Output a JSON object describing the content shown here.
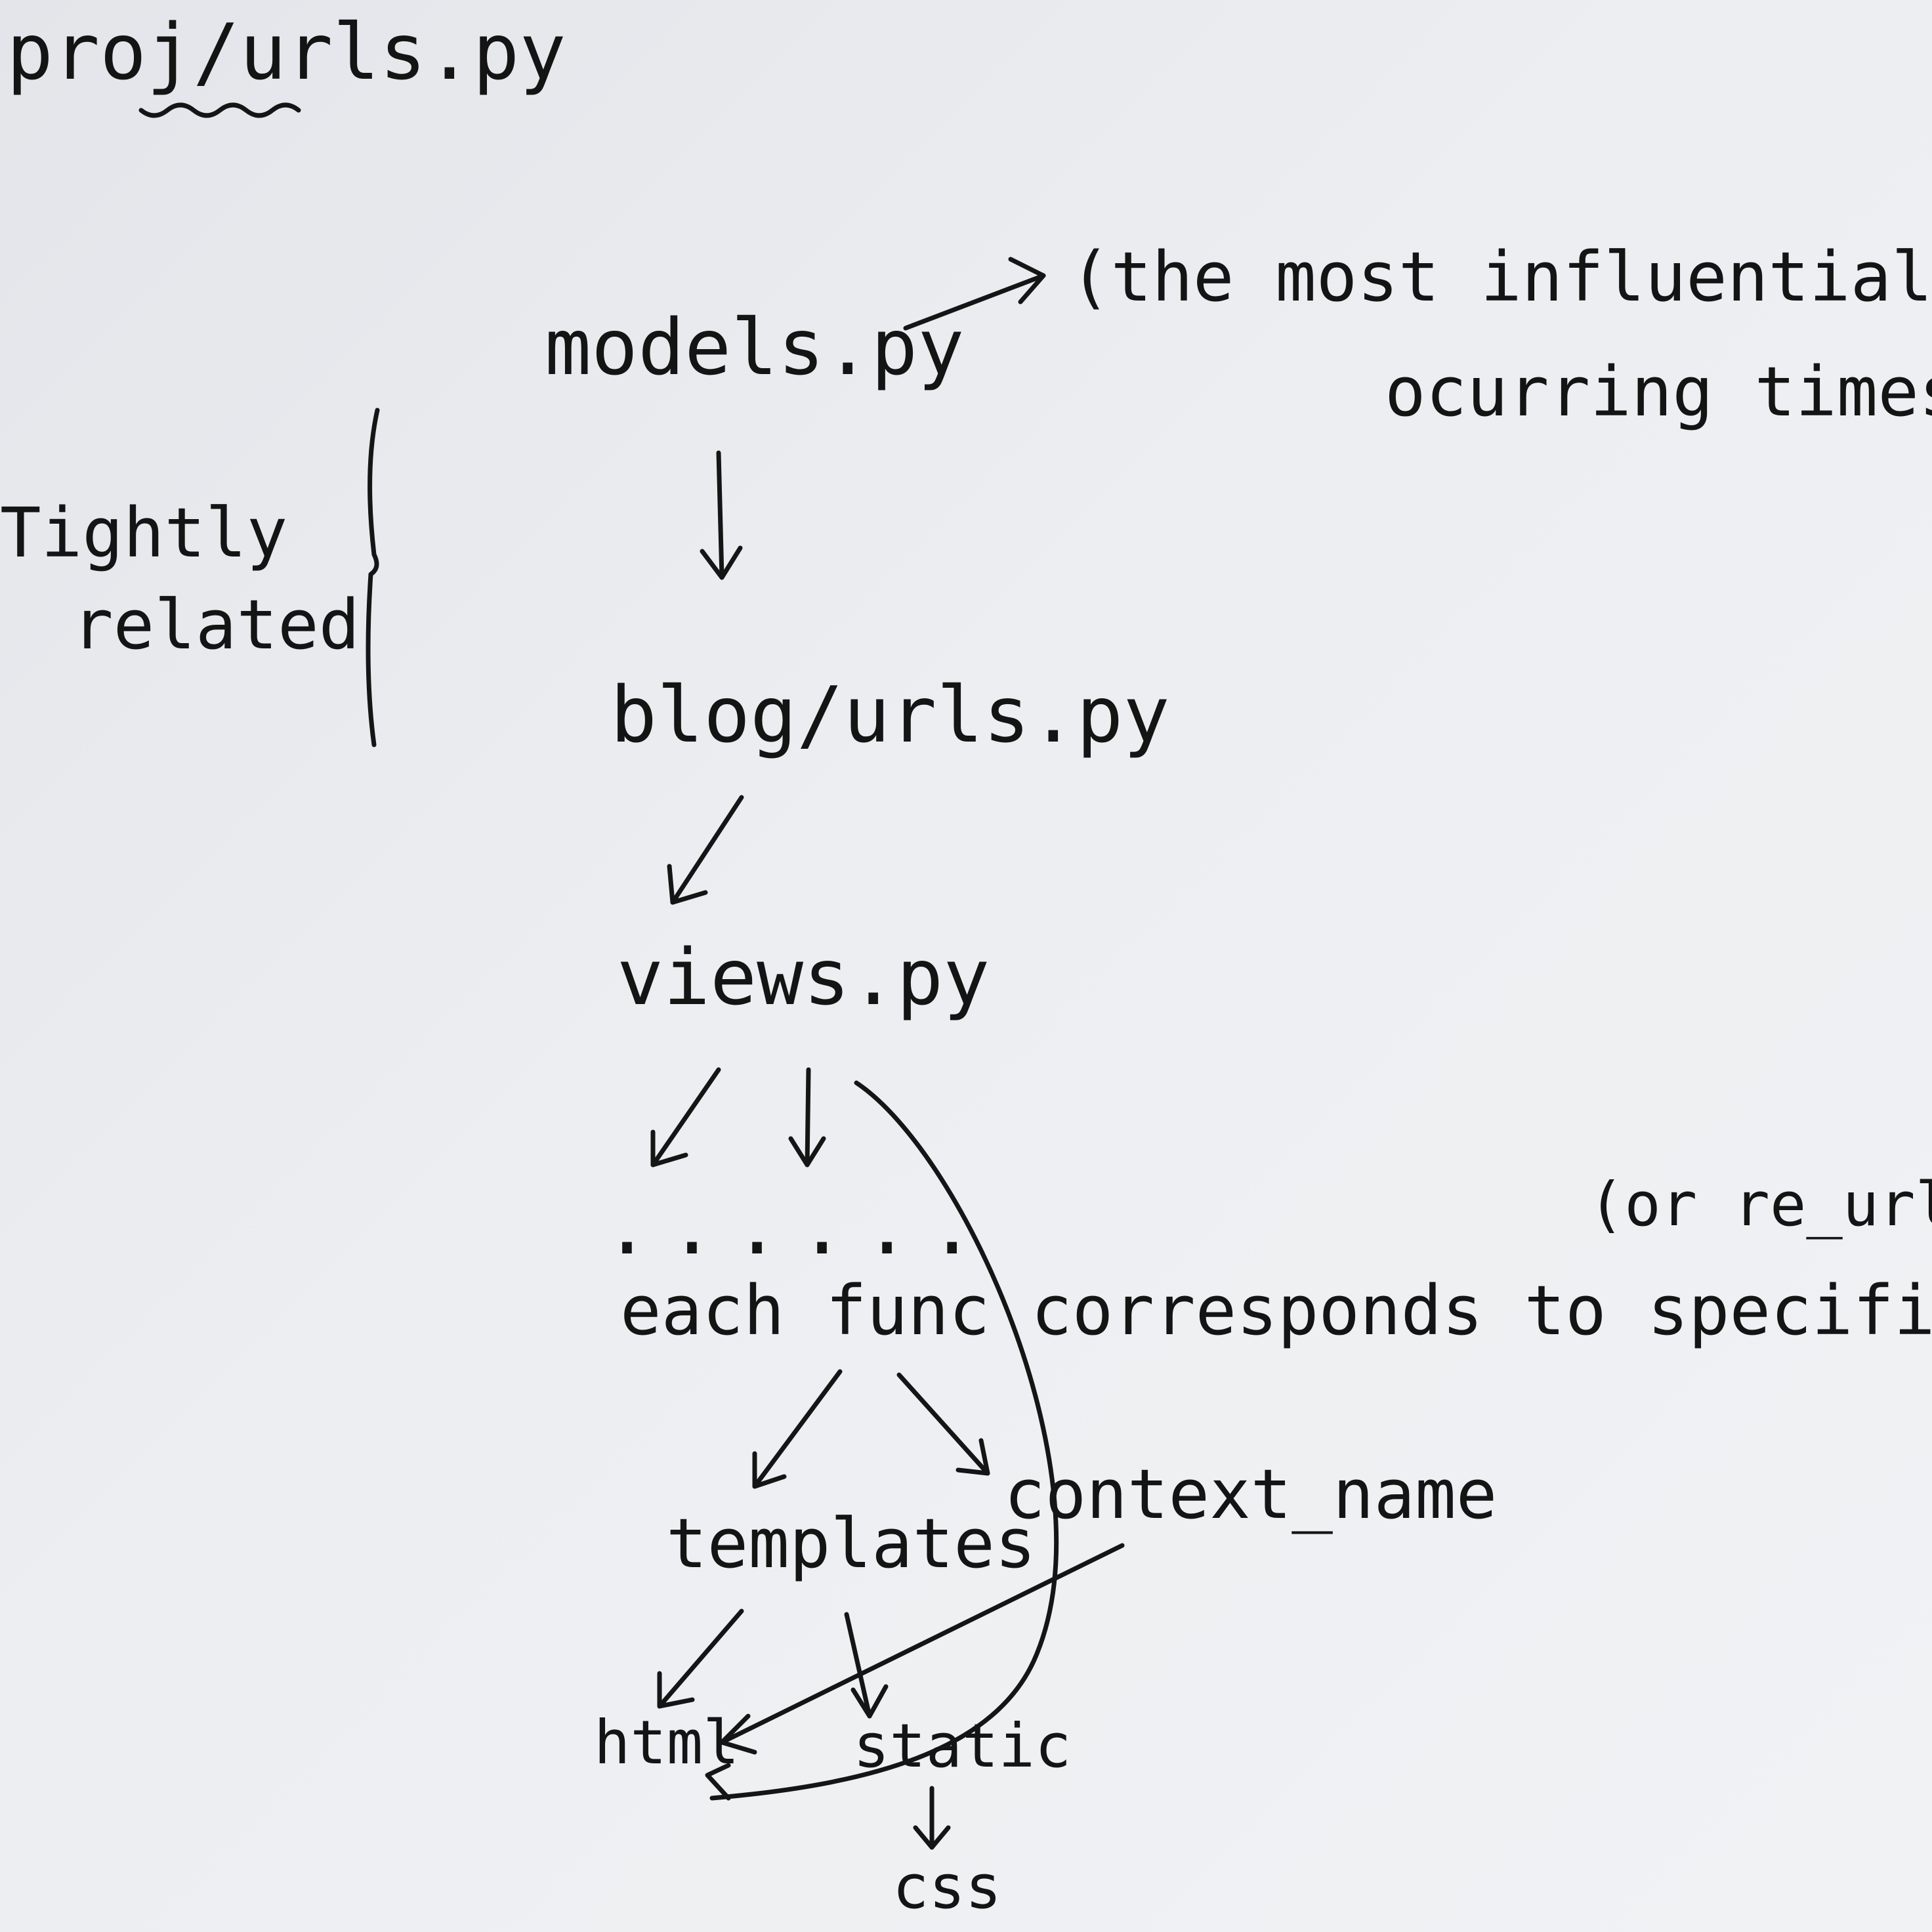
{
  "title": "proj/urls.py",
  "nodes": {
    "models": "models.py",
    "blog_urls": "blog/urls.py",
    "views": "views.py",
    "ellipsis": "......",
    "each_func": "each func corresponds to specific urls (pattern)",
    "re_urls_note": "(or re_urls)",
    "templates": "templates",
    "context_name": "context_name",
    "html": "html",
    "static": "static",
    "css": "css"
  },
  "annotations": {
    "models_note_line1": "(the most influential one,",
    "models_note_line2": "ocurring times or e",
    "tightly": "Tightly",
    "related": "related"
  }
}
